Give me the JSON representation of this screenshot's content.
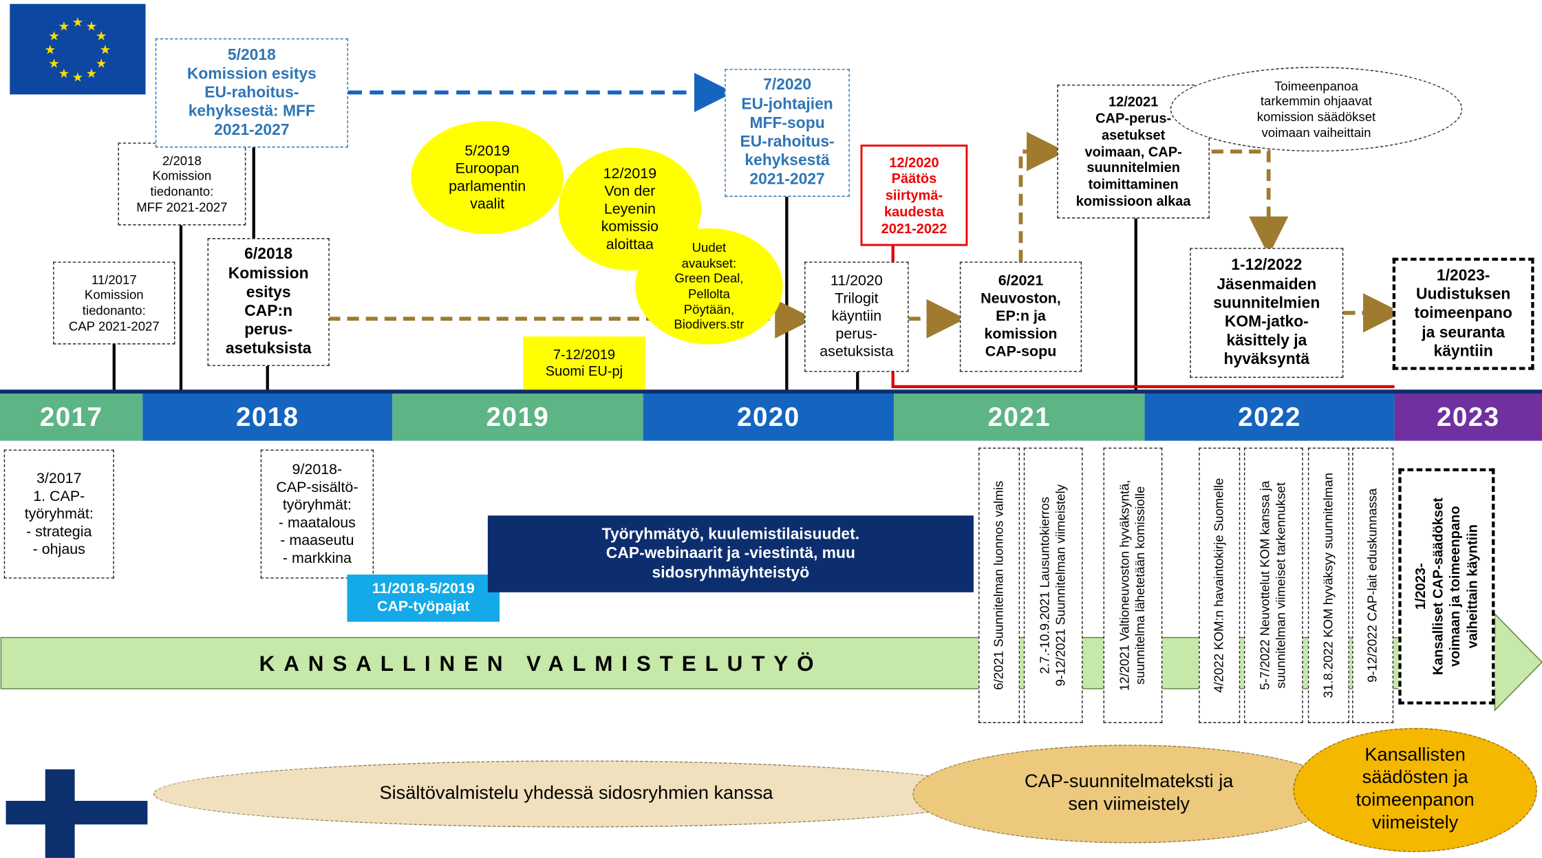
{
  "colors": {
    "eu_blue": "#0e47a1",
    "eu_star": "#ffdd00",
    "year_green": "#5db485",
    "year_blue": "#1565c0",
    "year_purple": "#7030a0",
    "dark_navy": "#0d2e6e",
    "light_blue": "#14a9e8",
    "yellow": "#ffff00",
    "gold_arrow": "#9e7b2f",
    "red": "#e00000",
    "green_band": "#c6e8a8",
    "beige": "#f1e0bd",
    "tan": "#ecc97d",
    "orange": "#f5b800",
    "fi_blue": "#0c2f6e"
  },
  "icons": {
    "eu_flag": "eu-flag-icon",
    "fi_flag": "finland-flag-icon"
  },
  "years": [
    "2017",
    "2018",
    "2019",
    "2020",
    "2021",
    "2022",
    "2023"
  ],
  "top": {
    "b_2017": "11/2017\nKomission\ntiedonanto:\nCAP 2021-2027",
    "b_2018_2": "2/2018\nKomission\ntiedonanto:\nMFF 2021-2027",
    "b_2018_5": "5/2018\nKomission esitys\nEU-rahoitus-\nkehyksestä: MFF\n2021-2027",
    "b_2018_6": "6/2018\nKomission\nesitys\nCAP:n\nperus-\nasetuksista",
    "b_2019_5": "5/2019\nEuroopan\nparlamentin\nvaalit",
    "b_2019_12": "12/2019\nVon der\nLeyenin\nkomissio\naloittaa",
    "b_new": "Uudet\navaukset:\nGreen Deal,\nPellolta\nPöytään,\nBiodivers.str",
    "b_pj": "7-12/2019\nSuomi EU-pj",
    "b_2020_7": "7/2020\nEU-johtajien\nMFF-sopu\nEU-rahoitus-\nkehyksestä\n2021-2027",
    "b_2020_11": "11/2020\nTrilogit\nkäyntiin\nperus-\nasetuksista",
    "b_2020_12": "12/2020\nPäätös\nsiirtymä-\nkaudesta\n2021-2022",
    "b_2021_6": "6/2021\nNeuvoston,\nEP:n ja\nkomission\nCAP-sopu",
    "b_2021_12": "12/2021\nCAP-perus-\nasetukset\nvoimaan, CAP-\nsuunnitelmien\ntoimittaminen\nkomissioon alkaa",
    "b_toimeen": "Toimeenpanoa\ntarkemmin ohjaavat\nkomission säädökset\nvoimaan vaiheittain",
    "b_2022": "1-12/2022\nJäsenmaiden\nsuunnitelmien\nKOM-jatko-\nkäsittely ja\nhyväksyntä",
    "b_2023": "1/2023-\nUudistuksen\ntoimeenpano\nja seuranta\nkäyntiin"
  },
  "bottom": {
    "b_2017_3": "3/2017\n1. CAP-\ntyöryhmät:\n- strategia\n- ohjaus",
    "b_2018_9": "9/2018-\nCAP-sisältö-\ntyöryhmät:\n- maatalous\n- maaseutu\n- markkina",
    "b_workshop": "11/2018-5/2019\nCAP-työpajat",
    "b_work": "Työryhmätyö, kuulemistilaisuudet.\nCAP-webinaarit ja -viestintä, muu\nsidosryhmäyhteistyö",
    "band": "KANSALLINEN VALMISTELUTYÖ",
    "vertical": [
      "6/2021 Suunnitelman luonnos valmis",
      "2.7.-10.9.2021 Lausuntokierros\n9-12/2021 Suunnitelman viimeistely",
      "12/2021 Valtioneuvoston hyväksyntä,\nsuunnitelma lähetetään komissiolle",
      "4/2022 KOM:n havaintokirje Suomelle",
      "5-7/2022 Neuvottelut KOM kanssa ja\nsuunnitelman viimeiset tarkennukset",
      "31.8.2022 KOM hyväksyy suunnitelman",
      "9-12/2022 CAP-lait eduskunnassa",
      "1/2023-\nKansalliset CAP-säädökset\nvoimaan ja toimeenpano\nvaiheittain käyntiin"
    ],
    "e1": "Sisältövalmistelu yhdessä sidosryhmien kanssa",
    "e2": "CAP-suunnitelmateksti ja\nsen viimeistely",
    "e3": "Kansallisten\nsäädösten ja\ntoimeenpanon\nviimeistely"
  }
}
